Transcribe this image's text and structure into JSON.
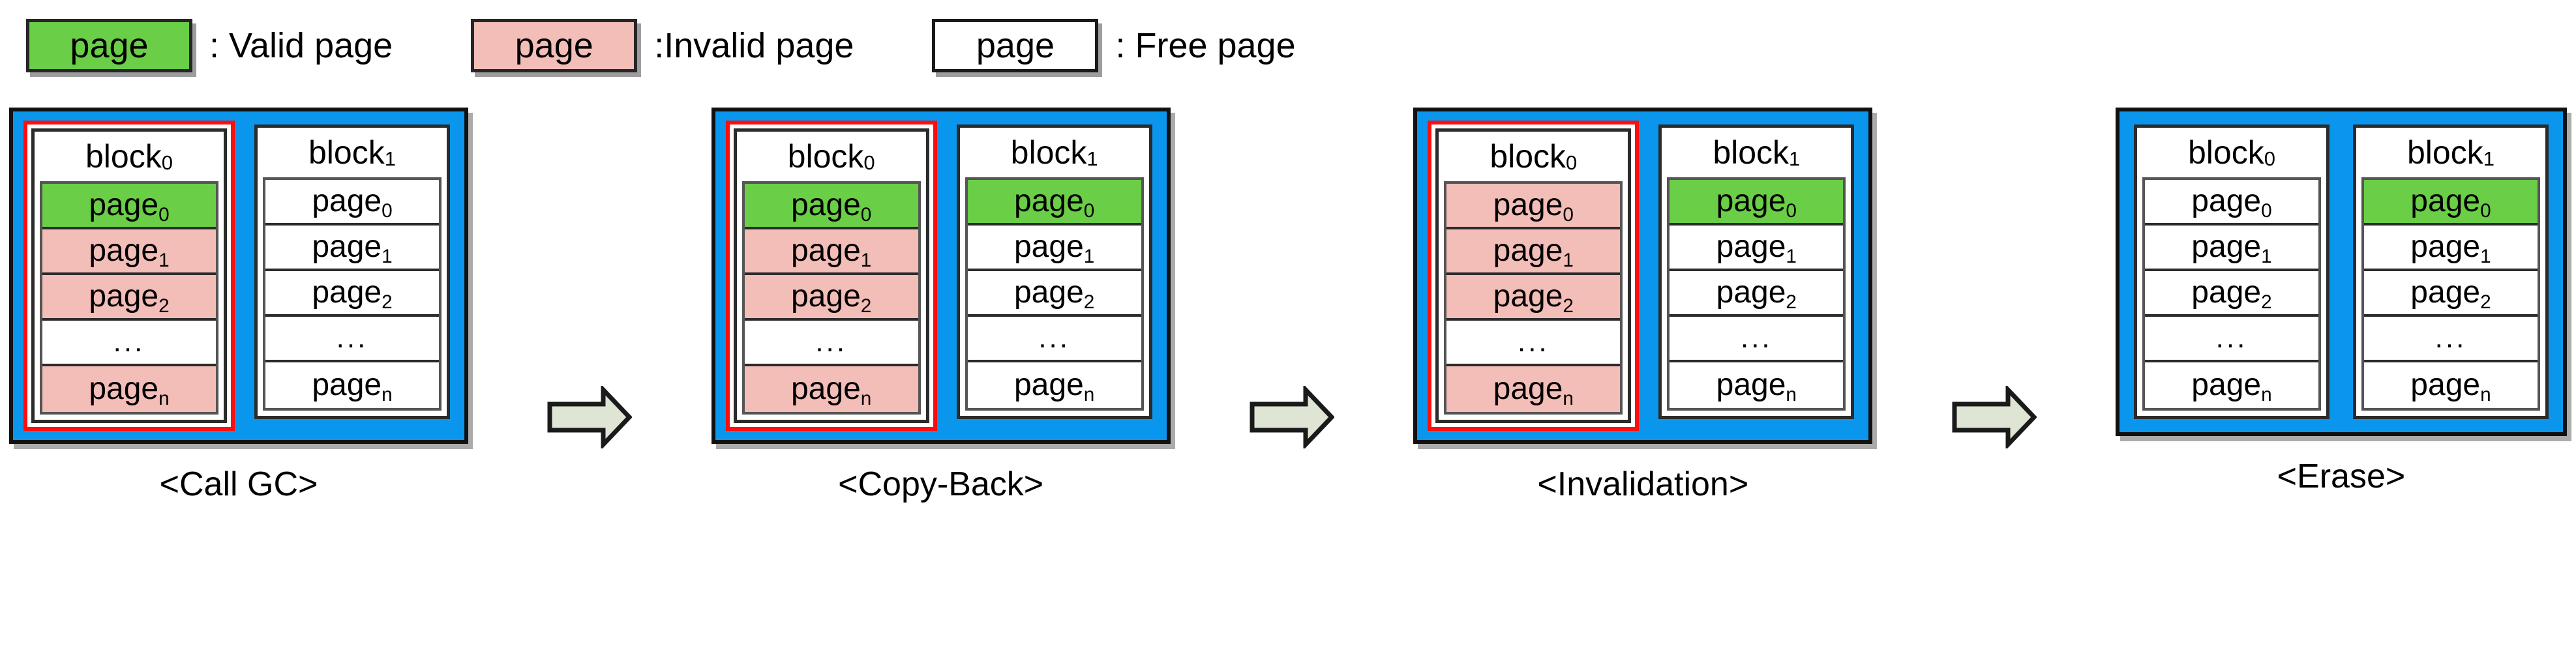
{
  "legend": {
    "items": [
      {
        "swatch_label": "page",
        "state": "valid",
        "description": ": Valid page"
      },
      {
        "swatch_label": "page",
        "state": "invalid",
        "description": ":Invalid page"
      },
      {
        "swatch_label": "page",
        "state": "free",
        "description": ": Free page"
      }
    ]
  },
  "colors": {
    "valid_page": "#6ACE47",
    "invalid_page": "#F3BDB8",
    "free_page": "#FFFFFF",
    "panel_background": "#0B96EE",
    "selection_border": "#FF0C0C",
    "arrow_fill": "#DFE5D4",
    "arrow_stroke": "#1a1a1a",
    "outline": "#2b2b2b"
  },
  "page_labels": {
    "p0": "page",
    "p0_sub": "0",
    "p1": "page",
    "p1_sub": "1",
    "p2": "page",
    "p2_sub": "2",
    "ellipsis": "...",
    "pn": "page",
    "pn_sub": "n"
  },
  "block_labels": {
    "b0": "block",
    "b0_sub": "0",
    "b1": "block",
    "b1_sub": "1"
  },
  "arrow_icon": "right-block-arrow",
  "stages": [
    {
      "caption": "<Call GC>",
      "blocks": [
        {
          "title": "block",
          "title_sub": "0",
          "selected": true,
          "pages": [
            {
              "label": "page",
              "sub": "0",
              "state": "valid"
            },
            {
              "label": "page",
              "sub": "1",
              "state": "invalid"
            },
            {
              "label": "page",
              "sub": "2",
              "state": "invalid"
            },
            {
              "label": "...",
              "sub": "",
              "state": "ellipsis"
            },
            {
              "label": "page",
              "sub": "n",
              "state": "invalid"
            }
          ]
        },
        {
          "title": "block",
          "title_sub": "1",
          "selected": false,
          "pages": [
            {
              "label": "page",
              "sub": "0",
              "state": "free"
            },
            {
              "label": "page",
              "sub": "1",
              "state": "free"
            },
            {
              "label": "page",
              "sub": "2",
              "state": "free"
            },
            {
              "label": "...",
              "sub": "",
              "state": "ellipsis"
            },
            {
              "label": "page",
              "sub": "n",
              "state": "free"
            }
          ]
        }
      ]
    },
    {
      "caption": "<Copy-Back>",
      "blocks": [
        {
          "title": "block",
          "title_sub": "0",
          "selected": true,
          "pages": [
            {
              "label": "page",
              "sub": "0",
              "state": "valid"
            },
            {
              "label": "page",
              "sub": "1",
              "state": "invalid"
            },
            {
              "label": "page",
              "sub": "2",
              "state": "invalid"
            },
            {
              "label": "...",
              "sub": "",
              "state": "ellipsis"
            },
            {
              "label": "page",
              "sub": "n",
              "state": "invalid"
            }
          ]
        },
        {
          "title": "block",
          "title_sub": "1",
          "selected": false,
          "pages": [
            {
              "label": "page",
              "sub": "0",
              "state": "valid"
            },
            {
              "label": "page",
              "sub": "1",
              "state": "free"
            },
            {
              "label": "page",
              "sub": "2",
              "state": "free"
            },
            {
              "label": "...",
              "sub": "",
              "state": "ellipsis"
            },
            {
              "label": "page",
              "sub": "n",
              "state": "free"
            }
          ]
        }
      ]
    },
    {
      "caption": "<Invalidation>",
      "blocks": [
        {
          "title": "block",
          "title_sub": "0",
          "selected": true,
          "pages": [
            {
              "label": "page",
              "sub": "0",
              "state": "invalid"
            },
            {
              "label": "page",
              "sub": "1",
              "state": "invalid"
            },
            {
              "label": "page",
              "sub": "2",
              "state": "invalid"
            },
            {
              "label": "...",
              "sub": "",
              "state": "ellipsis"
            },
            {
              "label": "page",
              "sub": "n",
              "state": "invalid"
            }
          ]
        },
        {
          "title": "block",
          "title_sub": "1",
          "selected": false,
          "pages": [
            {
              "label": "page",
              "sub": "0",
              "state": "valid"
            },
            {
              "label": "page",
              "sub": "1",
              "state": "free"
            },
            {
              "label": "page",
              "sub": "2",
              "state": "free"
            },
            {
              "label": "...",
              "sub": "",
              "state": "ellipsis"
            },
            {
              "label": "page",
              "sub": "n",
              "state": "free"
            }
          ]
        }
      ]
    },
    {
      "caption": "<Erase>",
      "blocks": [
        {
          "title": "block",
          "title_sub": "0",
          "selected": false,
          "pages": [
            {
              "label": "page",
              "sub": "0",
              "state": "free"
            },
            {
              "label": "page",
              "sub": "1",
              "state": "free"
            },
            {
              "label": "page",
              "sub": "2",
              "state": "free"
            },
            {
              "label": "...",
              "sub": "",
              "state": "ellipsis"
            },
            {
              "label": "page",
              "sub": "n",
              "state": "free"
            }
          ]
        },
        {
          "title": "block",
          "title_sub": "1",
          "selected": false,
          "pages": [
            {
              "label": "page",
              "sub": "0",
              "state": "valid"
            },
            {
              "label": "page",
              "sub": "1",
              "state": "free"
            },
            {
              "label": "page",
              "sub": "2",
              "state": "free"
            },
            {
              "label": "...",
              "sub": "",
              "state": "ellipsis"
            },
            {
              "label": "page",
              "sub": "n",
              "state": "free"
            }
          ]
        }
      ]
    }
  ]
}
